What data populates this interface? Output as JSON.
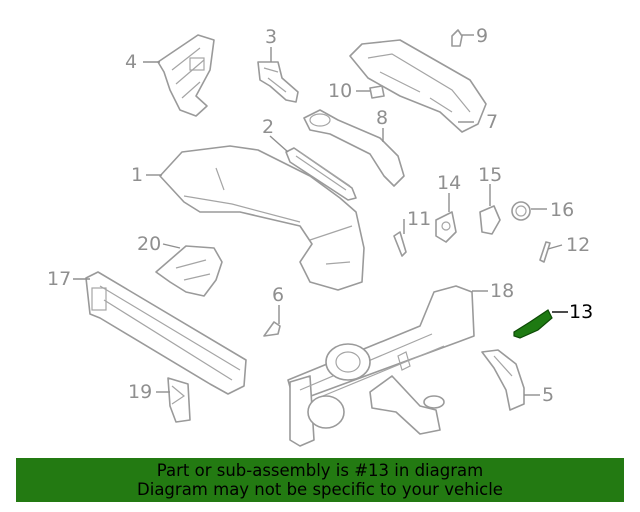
{
  "labels": [
    "1",
    "2",
    "3",
    "4",
    "5",
    "6",
    "7",
    "8",
    "9",
    "10",
    "11",
    "12",
    "13",
    "14",
    "15",
    "16",
    "17",
    "18",
    "19",
    "20"
  ],
  "highlighted_part": "13",
  "banner": {
    "line1": "Part or sub-assembly is #13 in diagram",
    "line2": "Diagram may not be specific to your vehicle"
  },
  "colors": {
    "banner_bg": "#237a12",
    "highlight_part": "#1e7a12",
    "line_art": "#9a9a9a",
    "label_text": "#8f8f8f"
  }
}
